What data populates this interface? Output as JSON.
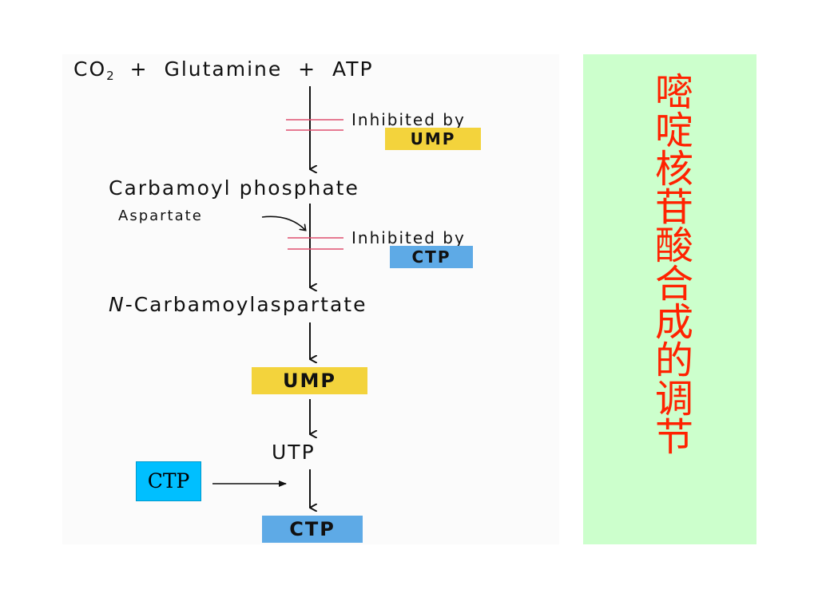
{
  "diagram": {
    "reactants": {
      "co2": "CO",
      "co2_sub": "2",
      "plus1": "+",
      "glutamine": "Glutamine",
      "plus2": "+",
      "atp": "ATP"
    },
    "inhibited_by_1": "Inhibited by",
    "inhibitor_1": "UMP",
    "carbamoyl_phosphate": "Carbamoyl phosphate",
    "aspartate": "Aspartate",
    "inhibited_by_2": "Inhibited by",
    "inhibitor_2": "CTP",
    "n_carbamoyl_prefix": "N",
    "n_carbamoyl_rest": "-Carbamoylaspartate",
    "ump": "UMP",
    "utp": "UTP",
    "ctp_final": "CTP",
    "ctp_input": "CTP"
  },
  "side_title": "嘧啶核苷酸合成的调节",
  "colors": {
    "ump_highlight": "#f3d33c",
    "ctp_highlight": "#5eaae6",
    "ctp_box": "#00bfff",
    "side_panel": "#ccffcc",
    "title_text": "#ff2200",
    "inhibition_marks": "#e05070"
  }
}
